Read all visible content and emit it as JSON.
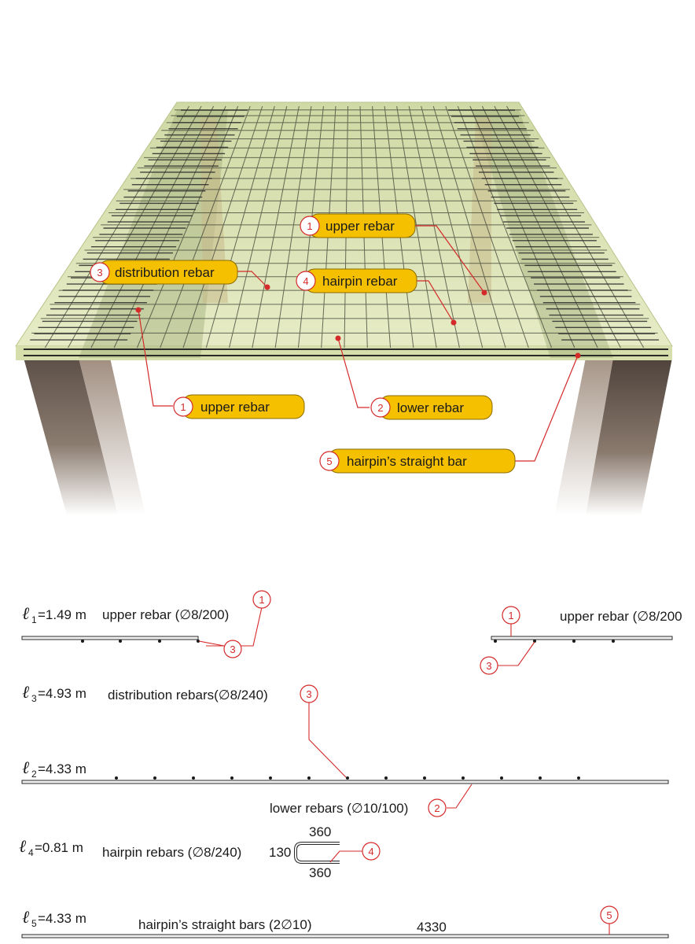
{
  "callouts_3d": [
    {
      "id": "callout-upper-rebar-top",
      "num": "1",
      "text": "upper rebar"
    },
    {
      "id": "callout-distribution-rebar",
      "num": "3",
      "text": "distribution rebar"
    },
    {
      "id": "callout-hairpin-rebar",
      "num": "4",
      "text": "hairpin rebar"
    },
    {
      "id": "callout-upper-rebar-bottom",
      "num": "1",
      "text": "upper rebar"
    },
    {
      "id": "callout-lower-rebar",
      "num": "2",
      "text": "lower rebar"
    },
    {
      "id": "callout-hairpin-straight-bar",
      "num": "5",
      "text": "hairpin’s straight bar"
    }
  ],
  "schedule": {
    "l1": {
      "symbol": "ℓ",
      "sub": "1",
      "value": "=1.49 m",
      "desc": "upper rebar (∅8/200)",
      "desc_right": "upper rebar (∅8/200"
    },
    "l3": {
      "symbol": "ℓ",
      "sub": "3",
      "value": "=4.93 m",
      "desc": "distribution rebars(∅8/240)"
    },
    "l2": {
      "symbol": "ℓ",
      "sub": "2",
      "value": "=4.33 m",
      "desc": "lower rebars (∅10/100)"
    },
    "l4": {
      "symbol": "ℓ",
      "sub": "4",
      "value": "=0.81 m",
      "desc": "hairpin rebars (∅8/240)",
      "dim_top": "360",
      "dim_left": "130",
      "dim_bottom": "360"
    },
    "l5": {
      "symbol": "ℓ",
      "sub": "5",
      "value": "=4.33 m",
      "desc": "hairpin’s straight bars (2∅10)",
      "dim": "4330"
    }
  },
  "markers": {
    "m1": "1",
    "m2": "2",
    "m3": "3",
    "m4": "4",
    "m5": "5"
  },
  "colors": {
    "slab": "#dfe6b6",
    "slab_edge": "#b8c48a",
    "callout_fill": "#f5c000",
    "callout_stroke": "#8a6b00",
    "leader": "#d42a2a",
    "column": "#6e5f55",
    "rebar": "#2b2b2b"
  }
}
